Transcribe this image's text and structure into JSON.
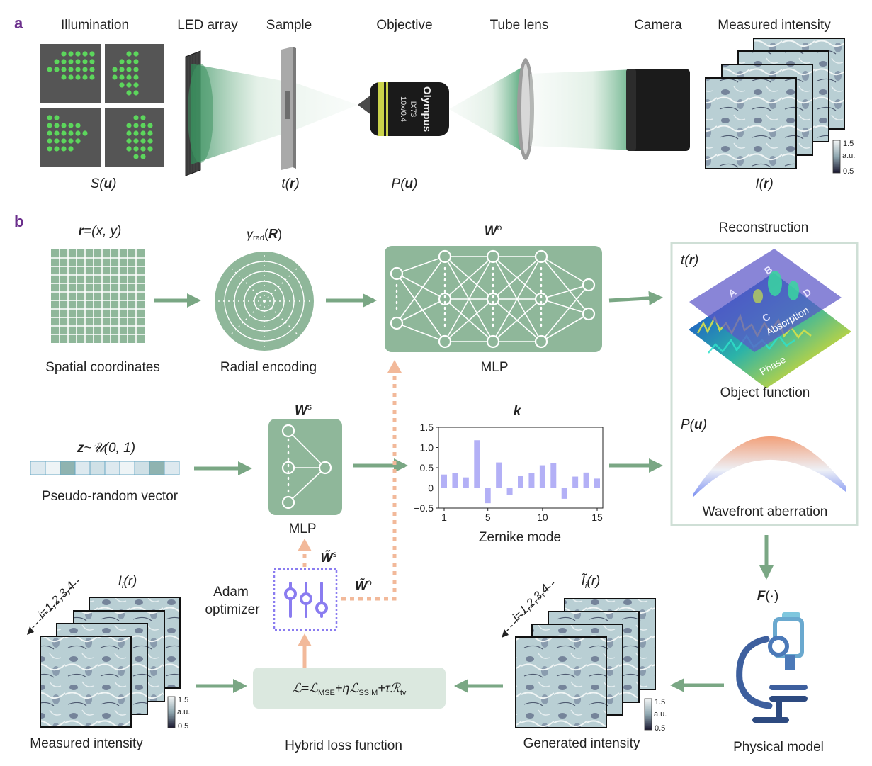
{
  "panel_a": {
    "label": "a",
    "headers": {
      "illumination": "Illumination",
      "led_array": "LED array",
      "sample": "Sample",
      "objective": "Objective",
      "tube_lens": "Tube lens",
      "camera": "Camera",
      "measured_intensity": "Measured  intensity"
    },
    "symbols": {
      "S_pre": "S(",
      "S_var": "u",
      "t_pre": "t(",
      "t_var": "r",
      "P_pre": "P(",
      "P_var": "u",
      "I_pre": "I(",
      "I_var": "r",
      "close": ")"
    },
    "objective_text": {
      "brand": "Olympus",
      "model": "IX73",
      "spec": "10x/0.4"
    },
    "colorbar": {
      "max": "1.5",
      "unit": "a.u.",
      "min": "0.5"
    }
  },
  "panel_b": {
    "label": "b",
    "coords_label": "r=(x, y)",
    "coords_r": "r",
    "coords_rest": "=(x, y)",
    "spatial_coordinates": "Spatial coordinates",
    "gamma_rad": "γ",
    "gamma_sub": "rad",
    "gamma_arg": "R",
    "radial_encoding": "Radial encoding",
    "W_o": "W",
    "W_o_sup": "o",
    "mlp_main": "MLP",
    "reconstruction": "Reconstruction",
    "t_r_pre": "t(",
    "t_r_var": "r",
    "close": ")",
    "surface_labels": {
      "A": "A",
      "B": "B",
      "C": "C",
      "D": "D",
      "absorption": "Absorption",
      "phase": "Phase"
    },
    "object_function": "Object function",
    "P_u_pre": "P(",
    "P_u_var": "u",
    "wavefront_aberration": "Wavefront aberration",
    "z_var": "z",
    "z_rest": "~",
    "z_dist": "𝒰(0, 1)",
    "pseudo_random_vector": "Pseudo-random vector",
    "W_s": "W",
    "W_s_sup": "s",
    "mlp_small": "MLP",
    "k": "k",
    "zernike_mode": "Zernike mode",
    "W_tilde_s": "W̃",
    "W_tilde_s_sup": "s",
    "W_tilde_o": "W̃",
    "W_tilde_o_sup": "o",
    "adam_line1": "Adam",
    "adam_line2": "optimizer",
    "F_dot": "F",
    "F_rest": "(·)",
    "physical_model": "Physical model",
    "loss_formula": "ℒ=ℒ",
    "loss_mse": "MSE",
    "loss_plus_eta": "+ηℒ",
    "loss_ssim": "SSIM",
    "loss_plus_tau": "+τℛ",
    "loss_tv": "tv",
    "hybrid_loss": "Hybrid loss function",
    "I_i_pre": "I",
    "I_i_sub": "i",
    "I_i_r": "(r)",
    "I_tilde_pre": "Ĩ",
    "I_tilde_sub": "i",
    "I_tilde_r": "(r)",
    "i_index": "i=1,2,3,4",
    "measured_intensity": "Measured intensity",
    "generated_intensity": "Generated intensity",
    "colorbar": {
      "max": "1.5",
      "unit": "a.u.",
      "min": "0.5"
    }
  },
  "colors": {
    "panel_label": "#6b2f8c",
    "mlp_green": "#8fb79a",
    "arrow_green": "#7aa784",
    "arrow_orange": "#f2b99a",
    "optimizer_purple": "#8a7cf0",
    "bar_purple": "#b3b0f6",
    "led_green": "#5cd65c"
  },
  "chart_data": {
    "type": "bar",
    "title": "k",
    "xlabel": "Zernike mode",
    "ylabel": "",
    "x_ticks": [
      "1",
      "5",
      "10",
      "15"
    ],
    "y_ticks": [
      "1.5",
      "1.0",
      "0.5",
      "0",
      "−0.5"
    ],
    "ylim": [
      -0.5,
      1.5
    ],
    "categories": [
      1,
      2,
      3,
      4,
      5,
      6,
      7,
      8,
      9,
      10,
      11,
      12,
      13,
      14,
      15
    ],
    "values": [
      0.33,
      0.36,
      0.26,
      1.18,
      -0.38,
      0.63,
      -0.17,
      0.29,
      0.36,
      0.56,
      0.61,
      -0.27,
      0.28,
      0.38,
      0.23
    ],
    "color": "#b3b0f6",
    "grid": false
  }
}
